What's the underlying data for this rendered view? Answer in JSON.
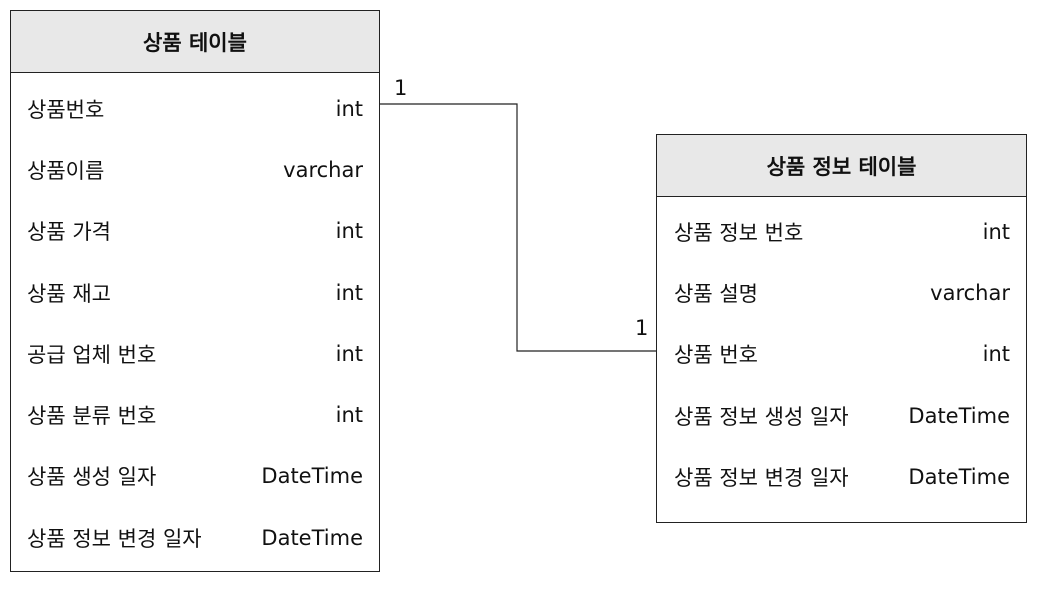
{
  "entities": [
    {
      "title": "상품 테이블",
      "fields": [
        {
          "name": "상품번호",
          "type": "int"
        },
        {
          "name": "상품이름",
          "type": "varchar"
        },
        {
          "name": "상품 가격",
          "type": "int"
        },
        {
          "name": "상품 재고",
          "type": "int"
        },
        {
          "name": "공급 업체 번호",
          "type": "int"
        },
        {
          "name": "상품 분류 번호",
          "type": "int"
        },
        {
          "name": "상품 생성 일자",
          "type": "DateTime"
        },
        {
          "name": "상품 정보 변경 일자",
          "type": "DateTime"
        }
      ]
    },
    {
      "title": "상품 정보 테이블",
      "fields": [
        {
          "name": "상품 정보 번호",
          "type": "int"
        },
        {
          "name": "상품 설명",
          "type": "varchar"
        },
        {
          "name": "상품 번호",
          "type": "int"
        },
        {
          "name": "상품 정보 생성 일자",
          "type": "DateTime"
        },
        {
          "name": "상품 정보 변경 일자",
          "type": "DateTime"
        }
      ]
    }
  ],
  "relationship": {
    "from_cardinality": "1",
    "to_cardinality": "1",
    "line_color": "#222222"
  }
}
